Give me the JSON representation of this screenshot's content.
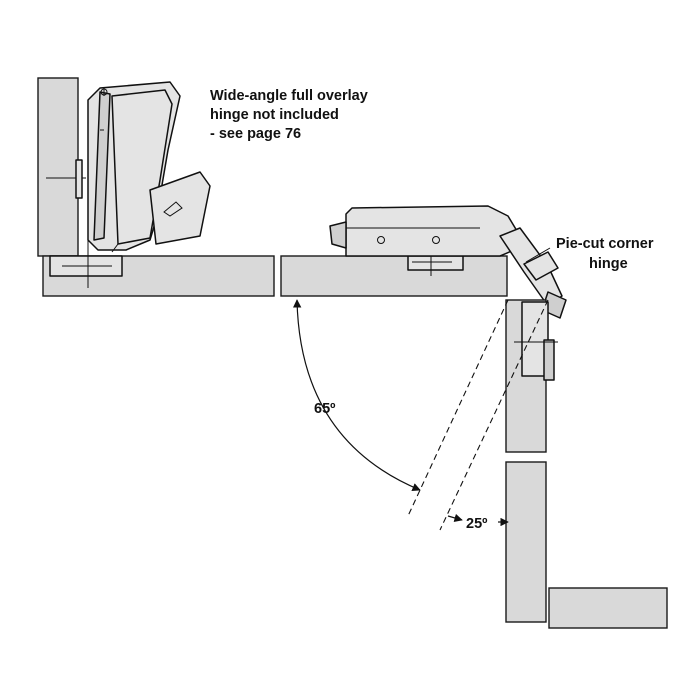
{
  "labels": {
    "wide_angle": [
      "Wide-angle full overlay",
      "hinge not included",
      "- see page 76"
    ],
    "pie_cut": [
      "Pie-cut corner",
      "hinge"
    ],
    "angle_65": "65º",
    "angle_25": "25º"
  },
  "colors": {
    "panel_fill": "#d9d9d9",
    "outline": "#111111",
    "background": "#ffffff"
  }
}
